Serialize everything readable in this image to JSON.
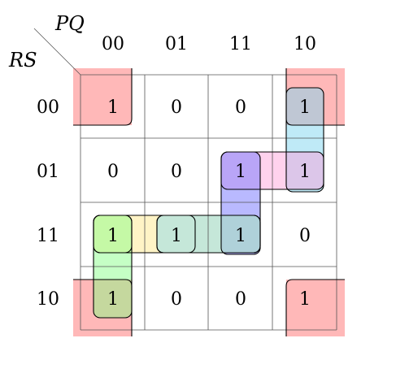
{
  "var_labels": {
    "columns": "PQ",
    "rows": "RS"
  },
  "column_labels": [
    "00",
    "01",
    "11",
    "10"
  ],
  "row_labels": [
    "00",
    "01",
    "11",
    "10"
  ],
  "cells": [
    [
      "1",
      "0",
      "0",
      "1"
    ],
    [
      "0",
      "0",
      "1",
      "1"
    ],
    [
      "1",
      "1",
      "1",
      "0"
    ],
    [
      "1",
      "0",
      "0",
      "1"
    ]
  ],
  "group_colors": {
    "corners": "#ff9a9a",
    "col_10_rows_00_01": "#7fd6f0",
    "row_01_cols_11_10": "#ff9bd6",
    "col_11_rows_01_11": "#7f7fff",
    "row_11_cols_00_11": "#ffe680",
    "row_11_cols_01_11": "#7fd6f0",
    "col_00_rows_11_10": "#7fff7f"
  }
}
